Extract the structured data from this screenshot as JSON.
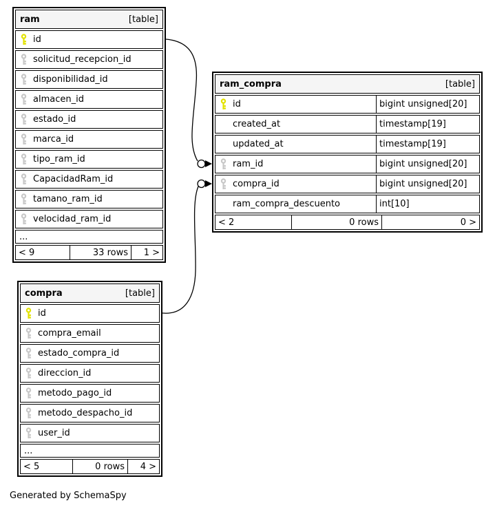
{
  "tables": {
    "ram": {
      "title": "ram",
      "badge": "[table]",
      "columns": [
        {
          "name": "id",
          "key": "primary"
        },
        {
          "name": "solicitud_recepcion_id",
          "key": "foreign"
        },
        {
          "name": "disponibilidad_id",
          "key": "foreign"
        },
        {
          "name": "almacen_id",
          "key": "foreign"
        },
        {
          "name": "estado_id",
          "key": "foreign"
        },
        {
          "name": "marca_id",
          "key": "foreign"
        },
        {
          "name": "tipo_ram_id",
          "key": "foreign"
        },
        {
          "name": "CapacidadRam_id",
          "key": "foreign"
        },
        {
          "name": "tamano_ram_id",
          "key": "foreign"
        },
        {
          "name": "velocidad_ram_id",
          "key": "foreign"
        }
      ],
      "ellipsis": "...",
      "footer": {
        "parents": "< 9",
        "rows": "33 rows",
        "children": "1 >"
      }
    },
    "ram_compra": {
      "title": "ram_compra",
      "badge": "[table]",
      "columns": [
        {
          "name": "id",
          "key": "primary",
          "type": "bigint unsigned[20]"
        },
        {
          "name": "created_at",
          "key": "none",
          "type": "timestamp[19]"
        },
        {
          "name": "updated_at",
          "key": "none",
          "type": "timestamp[19]"
        },
        {
          "name": "ram_id",
          "key": "foreign",
          "type": "bigint unsigned[20]"
        },
        {
          "name": "compra_id",
          "key": "foreign",
          "type": "bigint unsigned[20]"
        },
        {
          "name": "ram_compra_descuento",
          "key": "none",
          "type": "int[10]"
        }
      ],
      "footer": {
        "parents": "< 2",
        "rows": "0 rows",
        "children": "0 >"
      }
    },
    "compra": {
      "title": "compra",
      "badge": "[table]",
      "columns": [
        {
          "name": "id",
          "key": "primary"
        },
        {
          "name": "compra_email",
          "key": "foreign"
        },
        {
          "name": "estado_compra_id",
          "key": "foreign"
        },
        {
          "name": "direccion_id",
          "key": "foreign"
        },
        {
          "name": "metodo_pago_id",
          "key": "foreign"
        },
        {
          "name": "metodo_despacho_id",
          "key": "foreign"
        },
        {
          "name": "user_id",
          "key": "foreign"
        }
      ],
      "ellipsis": "...",
      "footer": {
        "parents": "< 5",
        "rows": "0 rows",
        "children": "4 >"
      }
    }
  },
  "relationships": [
    {
      "from": "ram.id",
      "to": "ram_compra.ram_id"
    },
    {
      "from": "compra.id",
      "to": "ram_compra.compra_id"
    }
  ],
  "footnote": "Generated by SchemaSpy",
  "colors": {
    "primary_key": "#e2e200",
    "foreign_key": "#c8c8c8",
    "header_bg": "#f5f5f5",
    "border": "#000000"
  }
}
